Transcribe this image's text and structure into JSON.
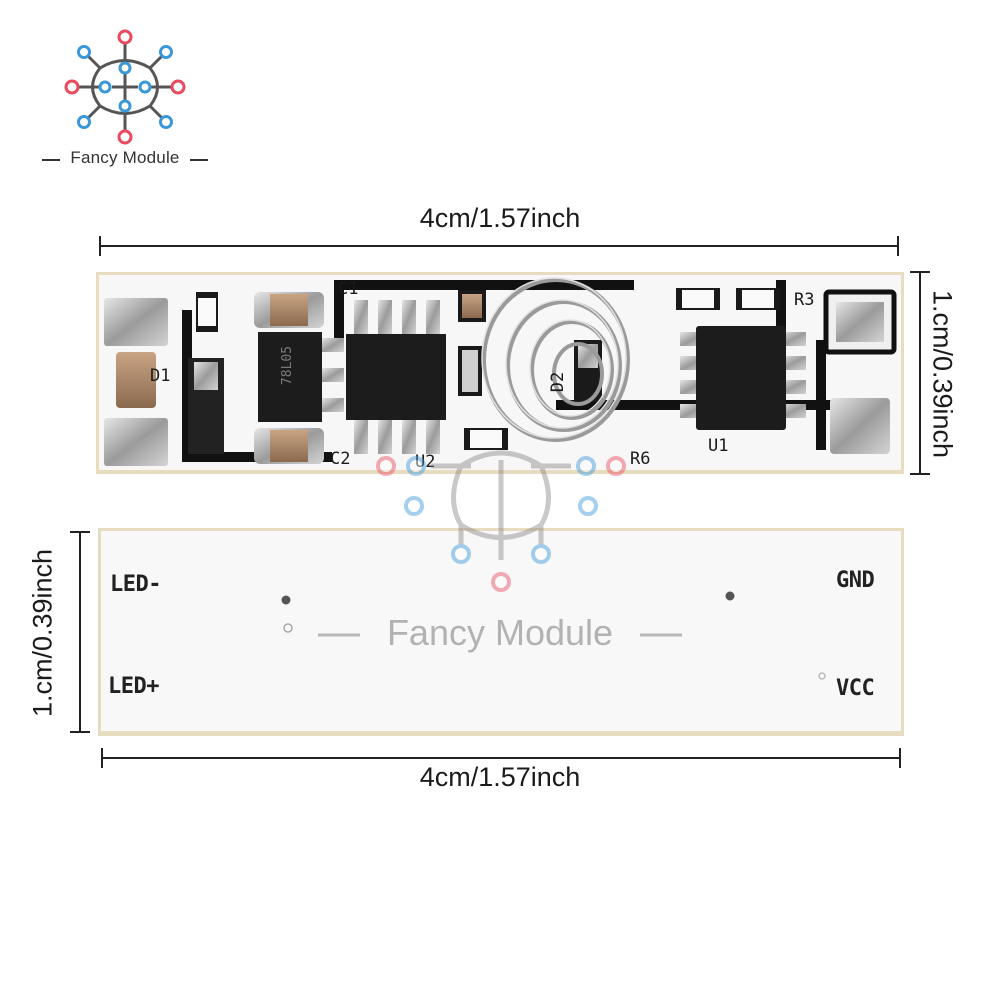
{
  "brand": {
    "name": "Fancy Module"
  },
  "dimensions": {
    "top_width": "4cm/1.57inch",
    "bottom_width": "4cm/1.57inch",
    "right_height": "1.cm/0.39inch",
    "left_height": "1.cm/0.39inch"
  },
  "top_board": {
    "silkscreen": {
      "c1": "C1",
      "c2": "C2",
      "u2": "U2",
      "d2": "D2",
      "r6": "R6",
      "u1": "U1",
      "r3": "R3",
      "d1": "D1",
      "chip": "78L05"
    }
  },
  "bottom_board": {
    "pads": {
      "led_minus": "LED-",
      "led_plus": "LED+",
      "gnd": "GND",
      "vcc": "VCC"
    }
  },
  "watermark": {
    "text": "Fancy Module"
  },
  "colors": {
    "brand_red": "#e84a5f",
    "brand_blue": "#3a98d8",
    "board_white": "#f6f6f6"
  }
}
